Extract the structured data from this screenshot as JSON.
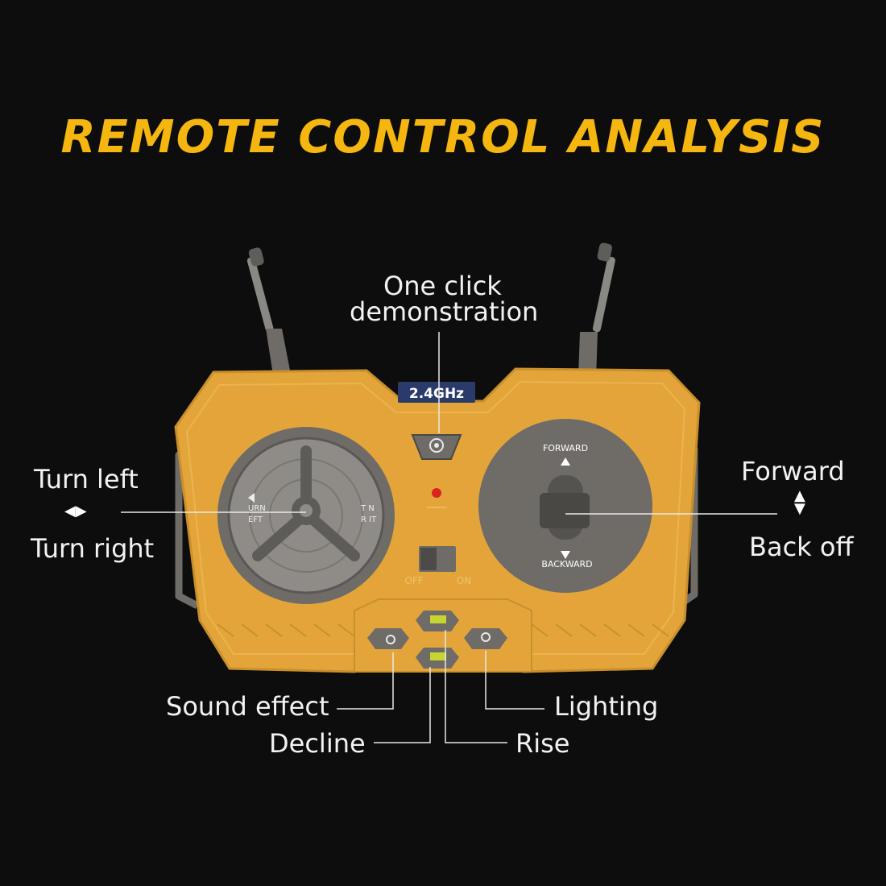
{
  "title": "REMOTE CONTROL ANALYSIS",
  "badge": "2.4GHz",
  "labels": {
    "demo_line1": "One click",
    "demo_line2": "demonstration",
    "turn_left": "Turn left",
    "turn_right": "Turn right",
    "forward": "Forward",
    "back_off": "Back off",
    "sound_effect": "Sound effect",
    "decline": "Decline",
    "lighting": "Lighting",
    "rise": "Rise"
  },
  "printed": {
    "turn_left_text": "URN\nEFT",
    "turn_right_text": "T  N\nR IT",
    "forward_text": "FORWARD",
    "backward_text": "BACKWARD",
    "off": "OFF",
    "on": "ON"
  },
  "colors": {
    "accent": "#f5b70f",
    "body": "#e3a53a",
    "gray": "#6f6c68",
    "background": "#0d0d0d"
  },
  "icons": {
    "direction_left_right": "left-right-arrows-icon",
    "direction_up_down": "up-down-arrows-icon"
  }
}
